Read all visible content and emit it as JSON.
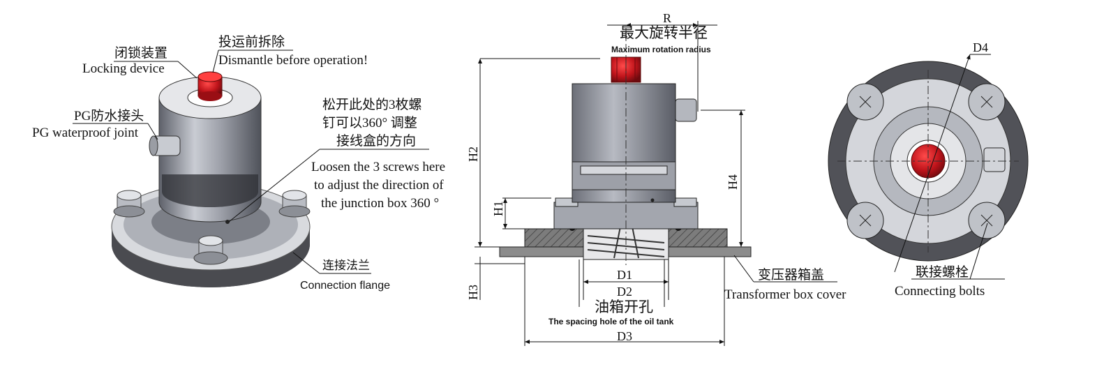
{
  "perspective_view": {
    "locking_cn": "闭锁装置",
    "locking_en": "Locking device",
    "dismantle_cn": "投运前拆除",
    "dismantle_en": "Dismantle before operation!",
    "pg_cn": "PG防水接头",
    "pg_en": "PG waterproof joint",
    "loosen_cn_1": "松开此处的3枚螺",
    "loosen_cn_2": "钉可以360° 调整",
    "loosen_cn_3": "接线盒的方向",
    "loosen_en_1": "Loosen the 3 screws here",
    "loosen_en_2": "to adjust the direction of",
    "loosen_en_3": "the junction box 360 °",
    "flange_cn": "连接法兰",
    "flange_en": "Connection flange"
  },
  "section_view": {
    "r_label": "R",
    "rotation_cn": "最大旋转半径",
    "rotation_en": "Maximum rotation radius",
    "h1": "H1",
    "h2": "H2",
    "h3": "H3",
    "h4": "H4",
    "d1": "D1",
    "d2": "D2",
    "d3": "D3",
    "oil_cn": "油箱开孔",
    "oil_en": "The spacing hole of the oil tank",
    "cover_cn": "变压器箱盖",
    "cover_en": "Transformer box cover"
  },
  "top_view": {
    "d4": "D4",
    "bolts_cn": "联接螺栓",
    "bolts_en": "Connecting bolts"
  },
  "colors": {
    "body_metal": "#8f929c",
    "flange_dark": "#4a4b50",
    "knob_red": "#c0141b",
    "hatch": "#6a6a6a"
  }
}
